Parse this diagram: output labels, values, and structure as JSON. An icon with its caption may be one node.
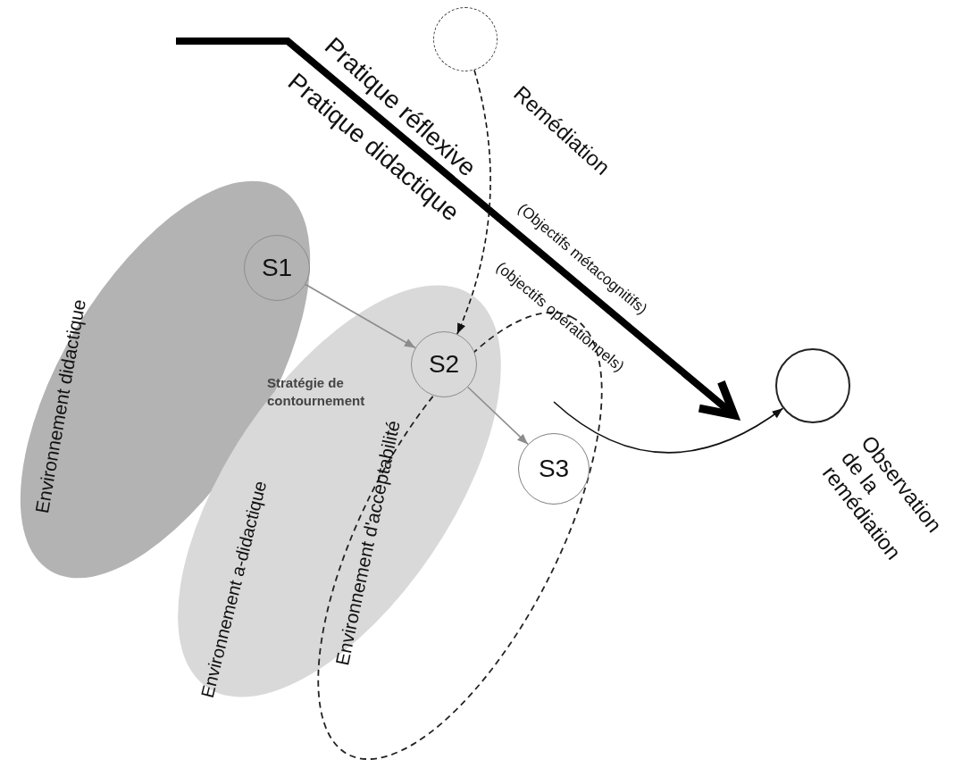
{
  "diagram": {
    "nodes": [
      {
        "text": [
          "Environnement didactique"
        ]
      },
      {
        "text": [
          "Environnement a-didactique"
        ]
      },
      {
        "text": [
          "Environnement d'acceptabilité"
        ]
      },
      {
        "text": [
          "S1"
        ],
        "in": 0
      },
      {
        "text": [
          "S2"
        ],
        "in": 1,
        "beside": [
          "Stratégie de contournement"
        ]
      },
      {
        "text": [
          "S3"
        ],
        "in": 2
      },
      {
        "text": [
          "Remédiation"
        ]
      },
      {
        "text": [
          "Observation de la remédiation"
        ]
      }
    ],
    "edges": [
      {
        "from": 3,
        "to": 4,
        "arrow": "to",
        "color": "#8c8c8c"
      },
      {
        "from": 6,
        "to": 4,
        "arrow": "to",
        "style": "dashed",
        "color": "#111111"
      },
      {
        "from": 4,
        "to": 5,
        "arrow": "to",
        "color": "#8c8c8c"
      },
      {
        "from": null,
        "to": 7,
        "arrow": "to",
        "color": "#111111"
      }
    ],
    "labels": [
      "Pratique réflexive",
      "(Objectifs métacognitifs)",
      "Pratique didactique",
      "(objectifs opérationnels)"
    ]
  }
}
